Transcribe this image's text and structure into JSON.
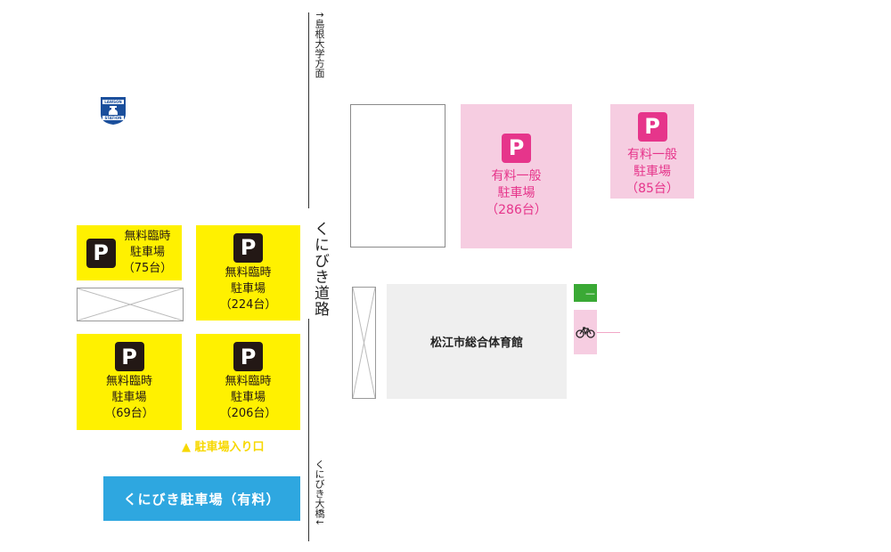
{
  "road": {
    "north_label": "↑島根大学方面",
    "south_label": "くにびき大橋↓",
    "name": "くにびき道路"
  },
  "lawson": {
    "top_text": "LAWSON",
    "bottom_text": "STATION",
    "color": "#1b4f9c"
  },
  "free_lots": [
    {
      "id": "lot-75",
      "p": "P",
      "label_1": "無料臨時",
      "label_2": "駐車場",
      "capacity": "（75台）"
    },
    {
      "id": "lot-224",
      "p": "P",
      "label_1": "無料臨時",
      "label_2": "駐車場",
      "capacity": "（224台）"
    },
    {
      "id": "lot-69",
      "p": "P",
      "label_1": "無料臨時",
      "label_2": "駐車場",
      "capacity": "（69台）"
    },
    {
      "id": "lot-206",
      "p": "P",
      "label_1": "無料臨時",
      "label_2": "駐車場",
      "capacity": "（206台）"
    }
  ],
  "paid_lots": [
    {
      "id": "lot-286",
      "p": "P",
      "label_1": "有料一般",
      "label_2": "駐車場",
      "capacity": "（286台）"
    },
    {
      "id": "lot-85",
      "p": "P",
      "label_1": "有料一般",
      "label_2": "駐車場",
      "capacity": "（85台）"
    }
  ],
  "entrance": "▲ 駐車場入り口",
  "kunibiki_parking": "くにびき駐車場（有料）",
  "gym": "松江市総合体育館",
  "green_sign": "—",
  "colors": {
    "free_lot": "#fff100",
    "paid_lot": "#f6cde1",
    "paid_text": "#e6358b",
    "kunibiki": "#2ea7e0",
    "gym": "#efefef",
    "green": "#3aa935"
  }
}
